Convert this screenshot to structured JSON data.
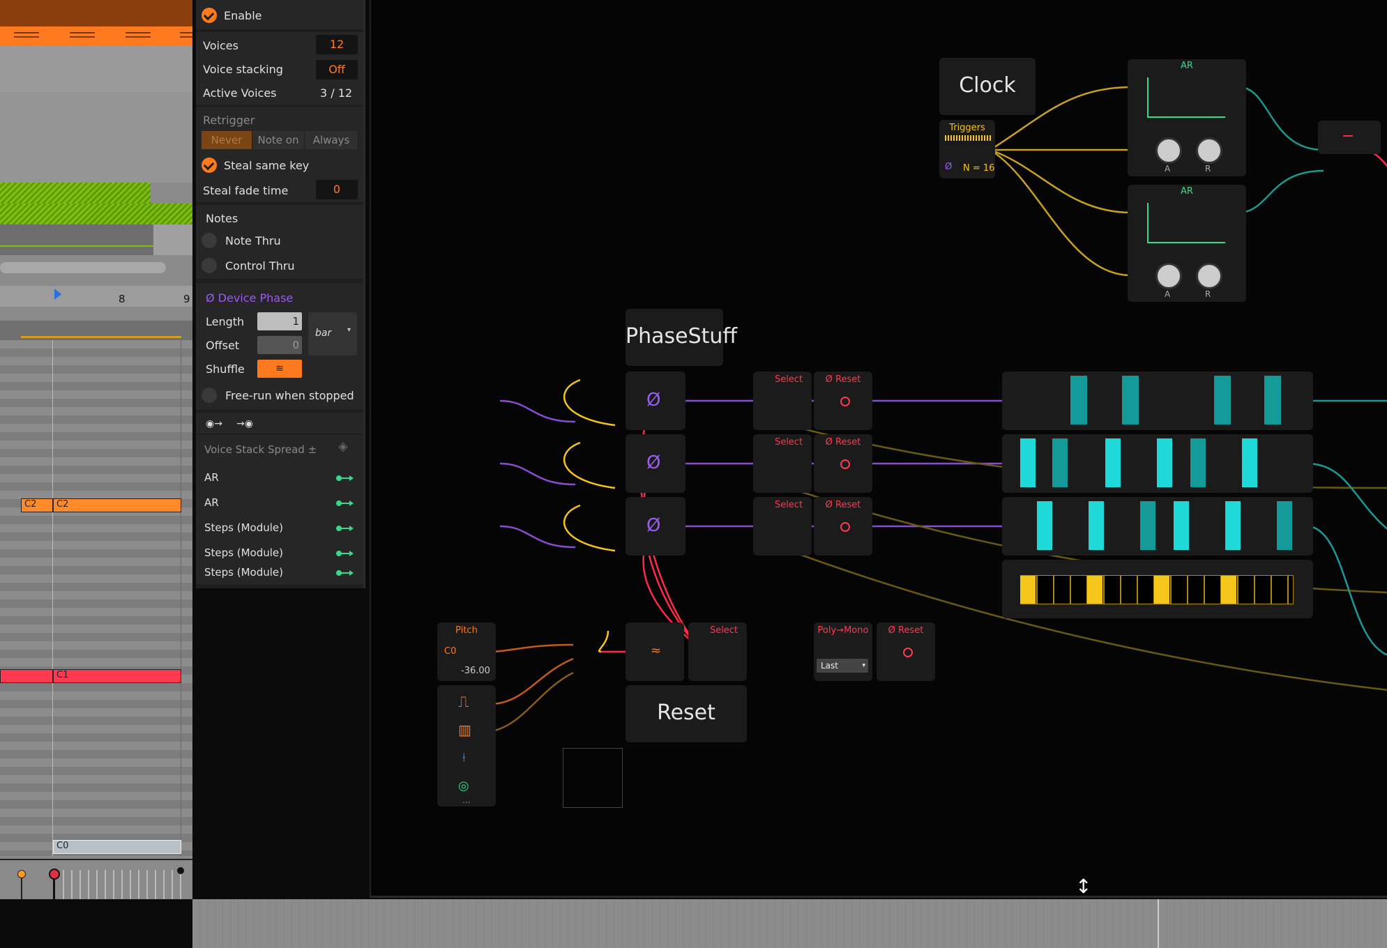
{
  "inspector": {
    "enable_label": "Enable",
    "voices_label": "Voices",
    "voices_value": "12",
    "voice_stacking_label": "Voice stacking",
    "voice_stacking_value": "Off",
    "active_voices_label": "Active Voices",
    "active_voices_value": "3 / 12",
    "retrigger_label": "Retrigger",
    "retrigger_options": [
      "Never",
      "Note on",
      "Always"
    ],
    "steal_same_key_label": "Steal same key",
    "steal_fade_time_label": "Steal fade time",
    "steal_fade_time_value": "0",
    "notes_label": "Notes",
    "note_thru_label": "Note Thru",
    "control_thru_label": "Control Thru",
    "device_phase_label": "Ø Device Phase",
    "length_label": "Length",
    "length_value": "1",
    "length_unit": "bar",
    "offset_label": "Offset",
    "offset_value": "0",
    "shuffle_label": "Shuffle",
    "free_run_label": "Free-run when stopped",
    "voice_stack_spread_label": "Voice Stack Spread ±",
    "modulators": [
      "AR",
      "AR",
      "Steps (Module)",
      "Steps (Module)",
      "Steps (Module)"
    ]
  },
  "roll": {
    "ruler_8": "8",
    "ruler_9": "9",
    "clip_c2a": "C2",
    "clip_c2b": "C2",
    "clip_c1": "C1",
    "clip_c0": "C0"
  },
  "canvas": {
    "clock_title": "Clock",
    "triggers_label": "Triggers",
    "triggers_n": "N = 16",
    "ar_label": "AR",
    "knob_a": "A",
    "knob_r": "R",
    "phasestuff_title": "PhaseStuff",
    "select_label": "Select",
    "reset_label": "Ø Reset",
    "pitch_label": "Pitch",
    "pitch_note": "C0",
    "pitch_value": "-36.00",
    "reset_title": "Reset",
    "poly_mono_label": "Poly→Mono",
    "last_option": "Last",
    "phase_symbol": "Ø",
    "approx_symbol": "≈",
    "ellipsis": "..."
  },
  "colors": {
    "accent": "#ff7a1e",
    "purple": "#9a5cf0",
    "yellow": "#f4c51a",
    "red": "#ff2a45",
    "teal": "#1fc9c9",
    "green": "#3ad88a"
  }
}
